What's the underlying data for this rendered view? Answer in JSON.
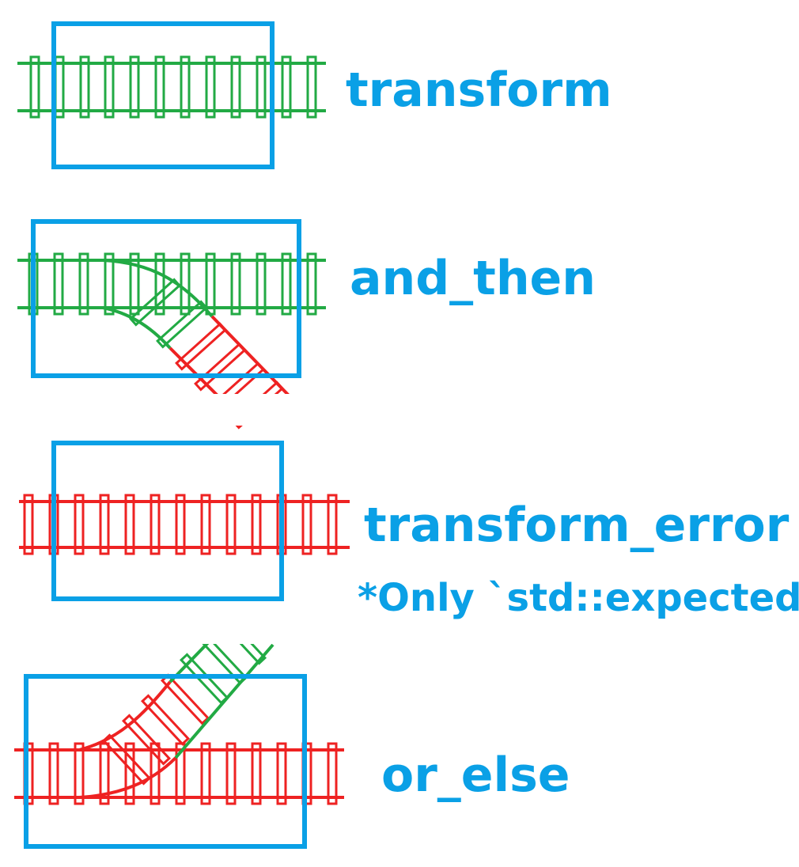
{
  "colors": {
    "ok_track": "#22aa44",
    "error_track": "#ee2222",
    "box": "#0aa0e6",
    "text": "#0aa0e6",
    "background": "#ffffff"
  },
  "sections": [
    {
      "label": "transform"
    },
    {
      "label": "and_then"
    },
    {
      "label": "transform_error *",
      "note": "*Only `std::expected`"
    },
    {
      "label": "or_else"
    }
  ]
}
